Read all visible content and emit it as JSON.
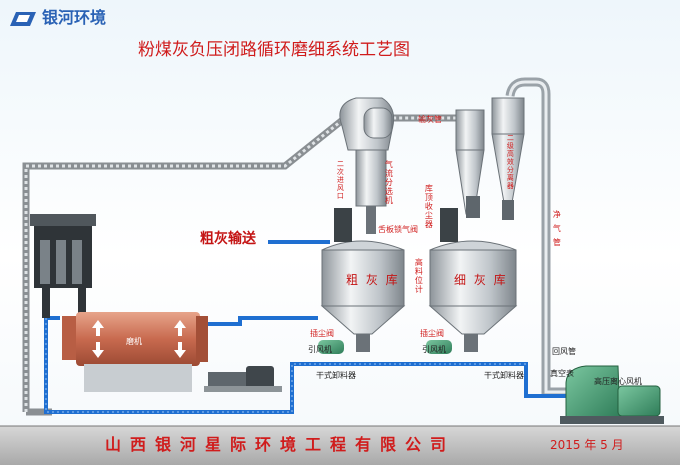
{
  "brand": {
    "name": "银河环境"
  },
  "title": "粉煤灰负压闭路循环磨细系统工艺图",
  "labels": {
    "coarse_feed": "粗灰输送",
    "coarse_bin": "粗 灰 库",
    "fine_bin": "细 灰 库",
    "ash_pipe": "输灰管",
    "air_separator": "气流分选机",
    "secondary_air_inlet": "二次进风口",
    "cyclone_collector": "库顶收尘器",
    "secondary_separator": "二级高效分离器",
    "level_gauge": "高料位计",
    "clean_air_pipe": "净气管",
    "tongue_valve": "舌板锁气阀",
    "mill": "磨机",
    "fan1": "引风机",
    "fan2": "引风机",
    "unloader1": "干式卸料器",
    "unloader2": "干式卸料器",
    "dust_valve1": "插尘阀",
    "dust_valve2": "插尘阀",
    "return_pipe": "回风管",
    "vacuum_gauge": "真空表",
    "hp_fan": "高压离心风机"
  },
  "footer": {
    "company": "山西银河星际环境工程有限公司",
    "date": "2015 年 5 月"
  }
}
